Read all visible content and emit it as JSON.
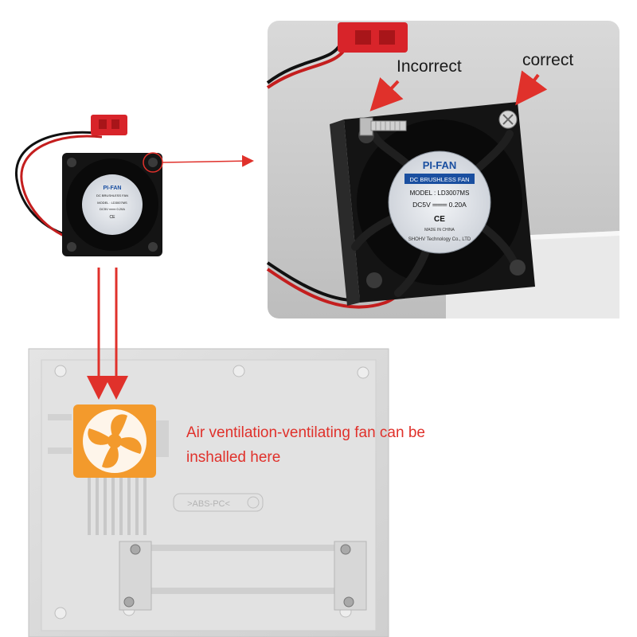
{
  "labels": {
    "incorrect": "Incorrect",
    "correct": "correct",
    "ventilation_line1": "Air ventilation-ventilating fan can be",
    "ventilation_line2": "inshalled here"
  },
  "fan_sticker": {
    "brand": "PI-FAN",
    "type": "DC BRUSHLESS FAN",
    "model": "MODEL : LD3007MS",
    "rating": "DC5V ═══ 0.20A",
    "ce": "CE",
    "origin": "MADE IN CHINA",
    "maker": "SHOHV Technology Co., LTD"
  },
  "case_emboss": ">ABS-PC<",
  "colors": {
    "annotation_red": "#e0312b",
    "fan_body": "#141414",
    "sticker": "#dfe3e8",
    "fan_blue_text": "#1a4fa0",
    "connector_red": "#d8242a",
    "orange_fan": "#f39a2c",
    "case_gray": "#dcdcdc",
    "photo_bg": "#cdcdcd"
  },
  "icons": {
    "arrow": "red-arrow-icon",
    "screw": "screw-icon",
    "fan": "fan-icon"
  }
}
